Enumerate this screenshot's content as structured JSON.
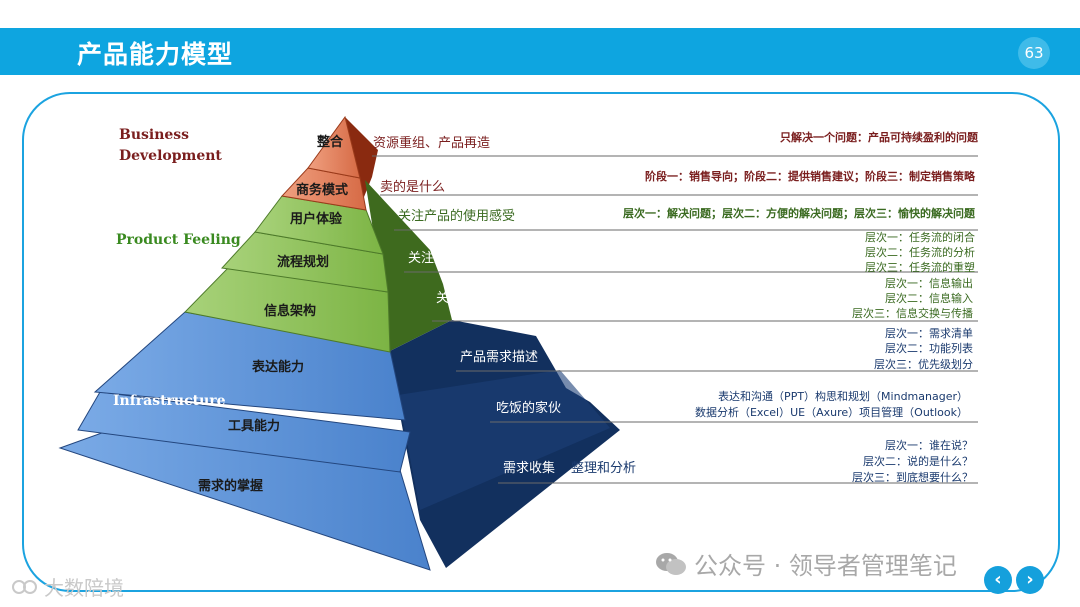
{
  "header": {
    "title": "产品能力模型",
    "page_number": "63"
  },
  "categories": {
    "business": [
      "Business",
      "Development"
    ],
    "product": "Product Feeling",
    "infra": "Infrastructure"
  },
  "layers": {
    "integrate": "整合",
    "business_model": "商务模式",
    "user_exp": "用户体验",
    "flow": "流程规划",
    "info_arch": "信息架构",
    "express": "表达能力",
    "tools": "工具能力",
    "demand": "需求的掌握"
  },
  "side_labels": {
    "s1": "资源重组、产品再造",
    "s2": "卖的是什么",
    "s3": "关注产品的使用感受",
    "s4": "关注产品中的任务流",
    "s5": "关注产品中的信息",
    "s6": "产品需求描述",
    "s7": "吃饭的家伙",
    "s8a": "需求收集",
    "s8b": "整理和分析"
  },
  "notes": {
    "n1": "只解决一个问题：产品可持续盈利的问题",
    "n2": "阶段一：销售导向；阶段二：提供销售建议；阶段三：制定销售策略",
    "n3": "层次一：解决问题；层次二：方便的解决问题；层次三：愉快的解决问题",
    "n4a": "层次一：任务流的闭合",
    "n4b": "层次二：任务流的分析",
    "n4c": "层次三：任务流的重塑",
    "n5a": "层次一：信息输出",
    "n5b": "层次二：信息输入",
    "n5c": "层次三：信息交换与传播",
    "n6a": "层次一：需求清单",
    "n6b": "层次二：功能列表",
    "n6c": "层次三：优先级划分",
    "n7a": "表达和沟通（PPT）构思和规划（Mindmanager）",
    "n7b": "数据分析（Excel）UE（Axure）项目管理（Outlook）",
    "n8a": "层次一：谁在说？",
    "n8b": "层次二：说的是什么？",
    "n8c": "层次三：到底想要什么？"
  },
  "watermark": {
    "wechat": "公众号 · 领导者管理笔记",
    "corner": "大数陪境"
  },
  "colors": {
    "accent": "#0ea5e0",
    "orange": "#e2795a",
    "green": "#8fc45a",
    "blue": "#5b93d6",
    "navy": "#1a3a6e",
    "label_red": "#7a1e1e"
  }
}
